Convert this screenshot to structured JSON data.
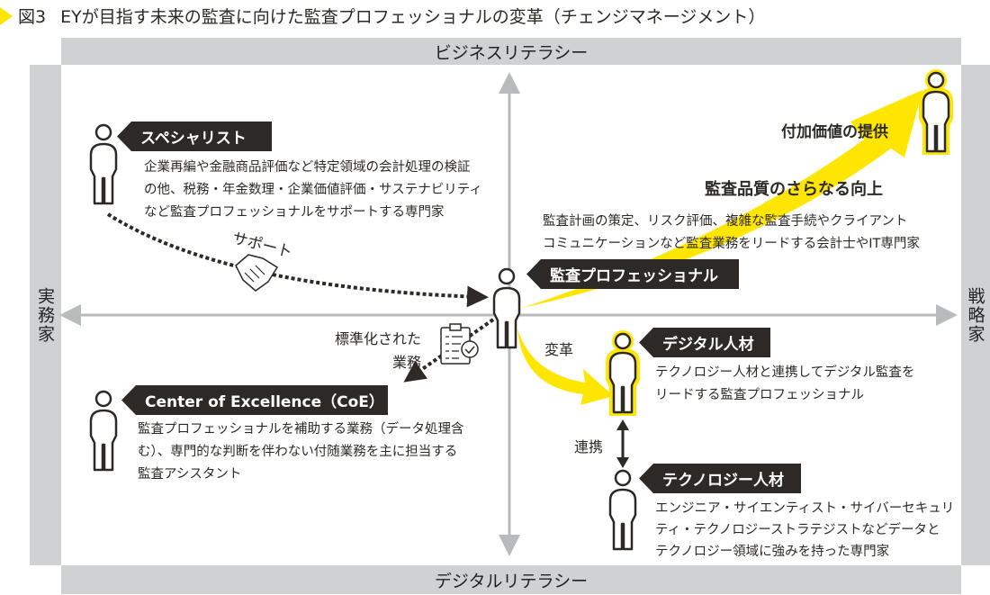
{
  "title": {
    "figure": "図3",
    "text": "EYが目指す未来の監査に向けた監査プロフェッショナルの変革（チェンジマネージメント）"
  },
  "axes": {
    "top": "ビジネスリテラシー",
    "bottom": "デジタルリテラシー",
    "left": "実務家",
    "right": "戦略家"
  },
  "specialist": {
    "label": "スペシャリスト",
    "desc": [
      "企業再編や金融商品評価など特定領域の会計処理の検証",
      "の他、税務・年金数理・企業価値評価・サステナビリティ",
      "など監査プロフェッショナルをサポートする専門家"
    ]
  },
  "support": "サポート",
  "professional": {
    "label": "監査プロフェッショナル",
    "desc": [
      "監査計画の策定、リスク評価、複雑な監査手続やクライアント",
      "コミュニケーションなど監査業務をリードする会計士やIT専門家"
    ]
  },
  "quality": "監査品質のさらなる向上",
  "value": "付加価値の提供",
  "standardized": [
    "標準化された",
    "業務"
  ],
  "coe": {
    "label": "Center of Excellence（CoE）",
    "desc": [
      "監査プロフェッショナルを補助する業務（データ処理含",
      "む）、専門的な判断を伴わない付随業務を主に担当する",
      "監査アシスタント"
    ]
  },
  "transform": "変革",
  "digital": {
    "label": "デジタル人材",
    "desc": [
      "テクノロジー人材と連携してデジタル監査を",
      "リードする監査プロフェッショナル"
    ]
  },
  "collab": "連携",
  "tech": {
    "label": "テクノロジー人材",
    "desc": [
      "エンジニア・サイエンティスト・サイバーセキュリ",
      "ティ・テクノロジーストラテジストなどデータと",
      "テクノロジー領域に強みを持った専門家"
    ]
  },
  "colors": {
    "accent": "#ffe600",
    "dark": "#2d2926",
    "band": "#d0d1d3"
  }
}
